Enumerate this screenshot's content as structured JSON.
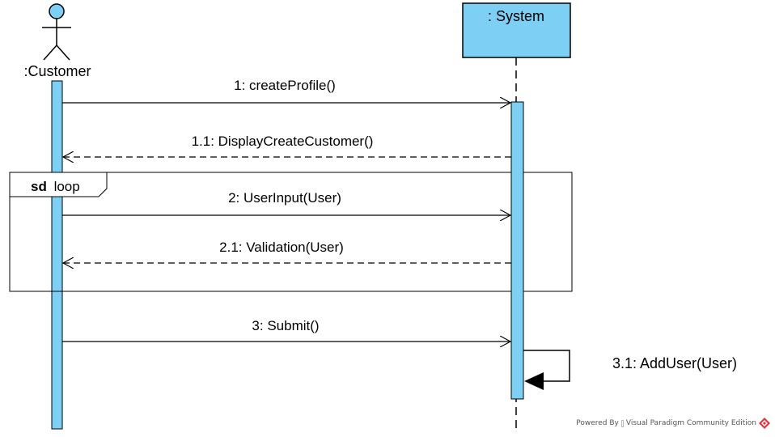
{
  "actor": {
    "label": ":Customer",
    "icon": "stick-figure-icon"
  },
  "system": {
    "label": ": System"
  },
  "fragment": {
    "operator": "sd",
    "label": "loop"
  },
  "messages": [
    {
      "number": "1",
      "text": "1: createProfile()",
      "kind": "sync"
    },
    {
      "number": "1.1",
      "text": "1.1: DisplayCreateCustomer()",
      "kind": "return"
    },
    {
      "number": "2",
      "text": "2: UserInput(User)",
      "kind": "sync"
    },
    {
      "number": "2.1",
      "text": "2.1: Validation(User)",
      "kind": "return"
    },
    {
      "number": "3",
      "text": "3: Submit()",
      "kind": "sync"
    },
    {
      "number": "3.1",
      "text": "3.1: AddUser(User)",
      "kind": "self"
    }
  ],
  "footer": {
    "powered_by": "Powered By",
    "tool": "Visual Paradigm Community Edition",
    "logo_icon": "visual-paradigm-logo-icon"
  },
  "colors": {
    "lifeline_fill": "#7ECFF4",
    "line": "#000000"
  }
}
